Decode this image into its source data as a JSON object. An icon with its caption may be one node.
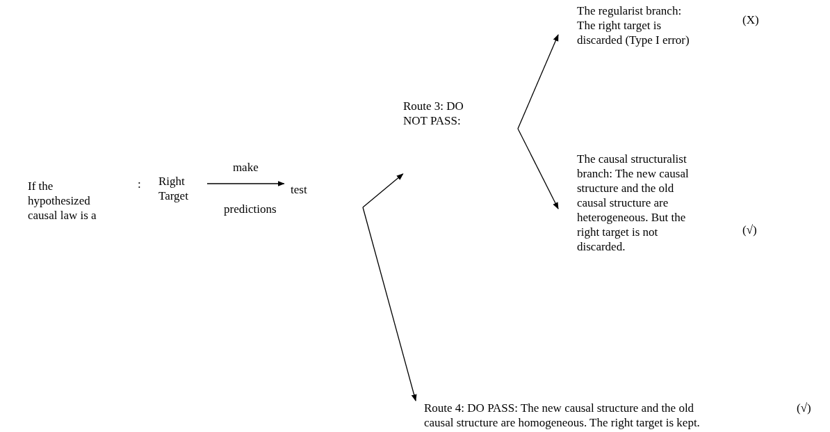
{
  "diagram": {
    "nodes": [
      {
        "text": [
          "If the hypothesized causal law is a"
        ]
      },
      {
        "text": [
          "Right Target"
        ]
      },
      {
        "text": [
          "test"
        ]
      },
      {
        "text": [
          "Route 3: DO NOT PASS:"
        ]
      },
      {
        "text": [
          "The regularist branch: The right target is discarded (Type I error)"
        ]
      },
      {
        "text": [
          "The causal structuralist branch: The new causal structure and the old causal structure are heterogeneous. But the right target is not discarded."
        ]
      },
      {
        "text": [
          "Route 4: DO PASS: The new causal structure and the old causal structure are homogeneous. The right target is kept."
        ]
      }
    ],
    "edges": [
      {
        "from": 1,
        "to": 2,
        "arrow": "to",
        "label": "make"
      },
      {
        "from": 2,
        "to": 3,
        "arrow": "to"
      },
      {
        "from": 2,
        "to": 6,
        "arrow": "to"
      },
      {
        "from": 3,
        "to": 4,
        "arrow": "to"
      },
      {
        "from": 3,
        "to": 5,
        "arrow": "to"
      }
    ],
    "labels": [
      ":",
      "predictions",
      "(X)",
      "(√)",
      "(√)"
    ]
  }
}
